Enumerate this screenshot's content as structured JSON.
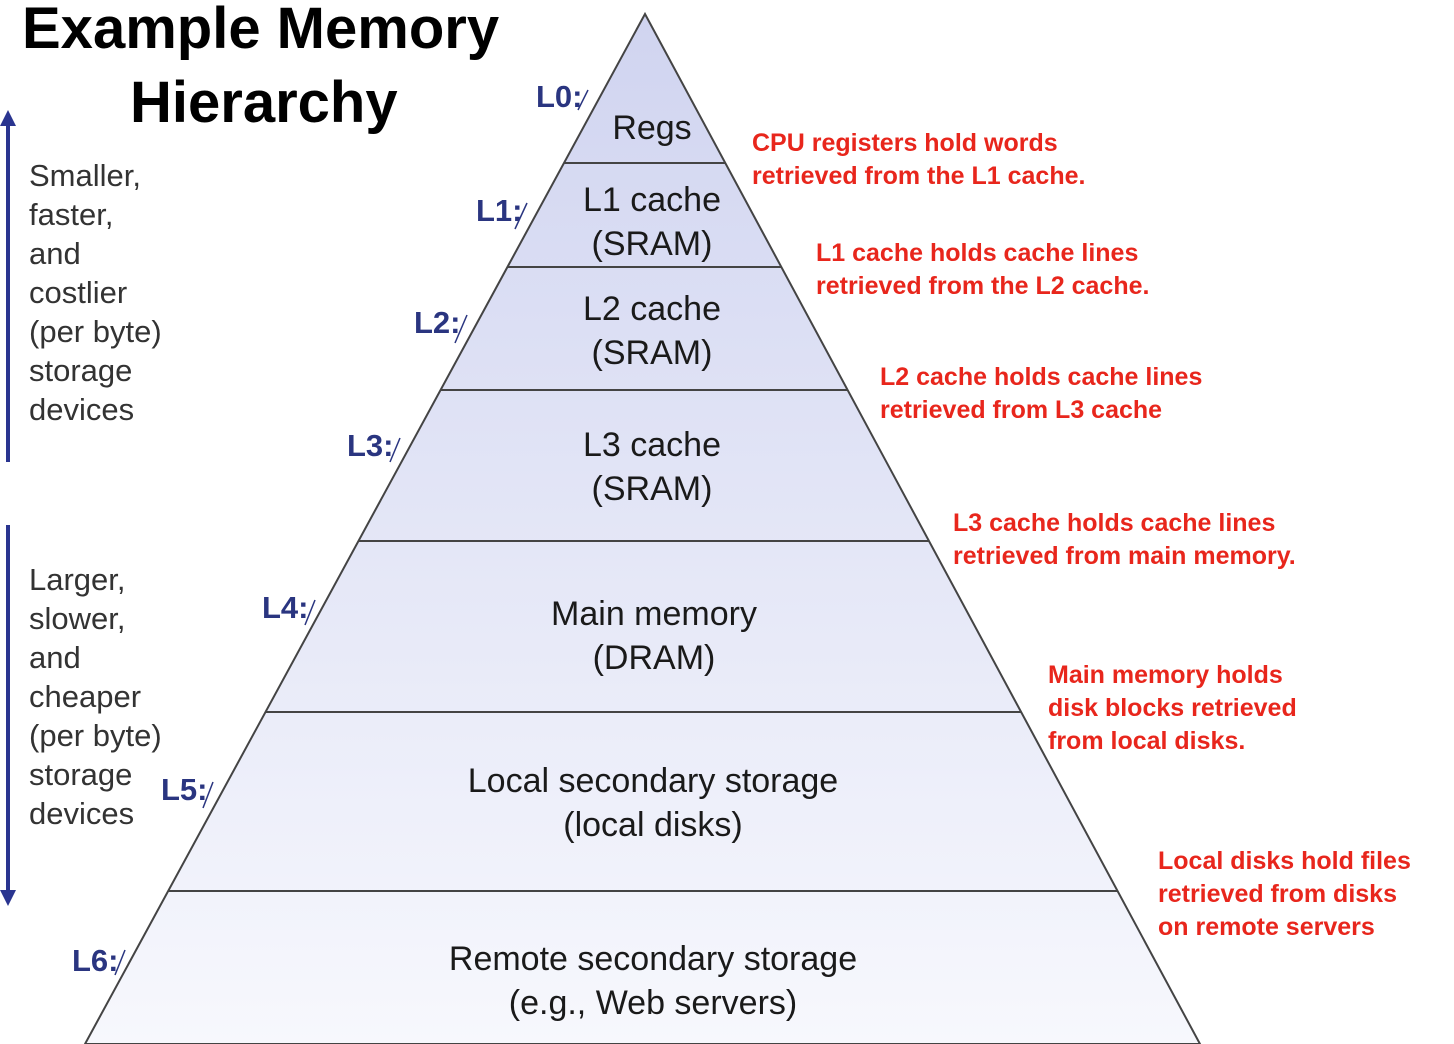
{
  "title": {
    "line1": "Example Memory",
    "line2": "Hierarchy"
  },
  "side_labels": {
    "top": "Smaller,\nfaster,\nand\ncostlier\n(per byte)\nstorage\ndevices",
    "bottom": "Larger,\nslower,\nand\ncheaper\n(per byte)\nstorage\ndevices"
  },
  "levels": [
    {
      "id": "L0:",
      "name": "Regs",
      "note": "CPU registers hold words\nretrieved from the L1 cache."
    },
    {
      "id": "L1:",
      "name": "L1 cache\n(SRAM)",
      "note": "L1 cache holds cache lines\nretrieved from the L2 cache."
    },
    {
      "id": "L2:",
      "name": "L2 cache\n(SRAM)",
      "note": "L2 cache holds cache lines\n retrieved from L3 cache"
    },
    {
      "id": "L3:",
      "name": "L3 cache\n(SRAM)",
      "note": "L3 cache holds cache lines\n retrieved from main memory."
    },
    {
      "id": "L4:",
      "name": "Main memory\n(DRAM)",
      "note": "Main memory holds\ndisk blocks retrieved\nfrom local disks."
    },
    {
      "id": "L5:",
      "name": "Local secondary storage\n(local disks)",
      "note": "Local disks hold files\nretrieved from disks\non remote servers"
    },
    {
      "id": "L6:",
      "name": "Remote secondary storage\n(e.g., Web servers)",
      "note": ""
    }
  ],
  "colors": {
    "arrow": "#2a3590",
    "level_label": "#2a3580",
    "note": "#e8261c",
    "pyramid_top": "#d0d4f0",
    "pyramid_bottom": "#f7f8fd"
  }
}
